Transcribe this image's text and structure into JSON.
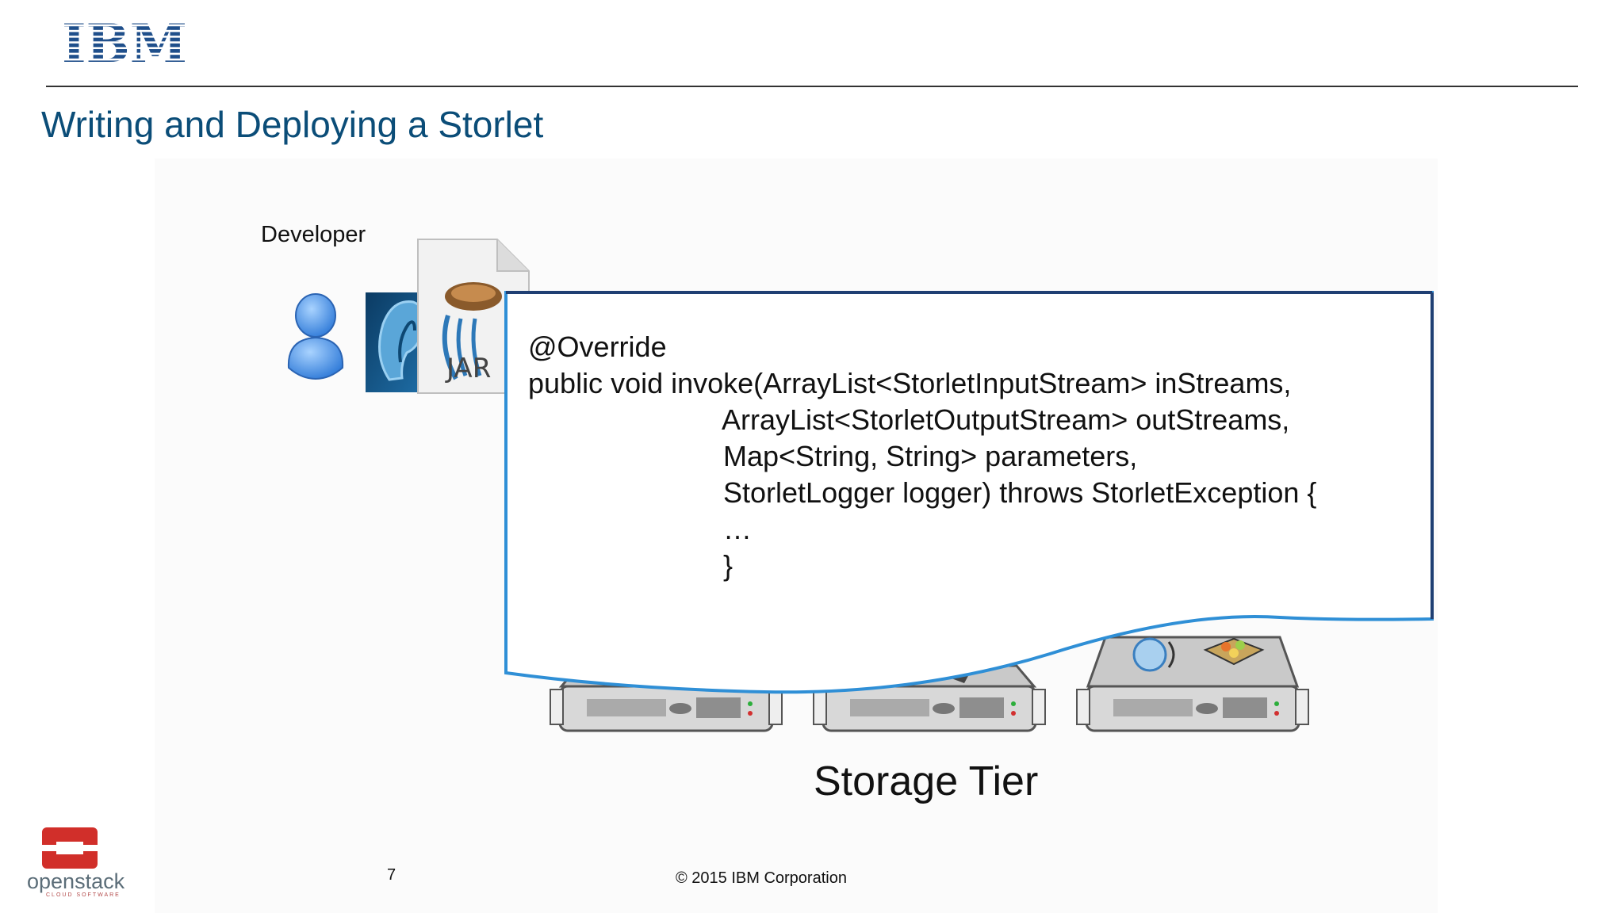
{
  "header": {
    "logo_text": "IBM",
    "title": "Writing and Deploying a Storlet"
  },
  "diagram": {
    "developer_label": "Developer",
    "jar_label": "JAR",
    "storage_label": "Storage Tier",
    "code_lines": [
      "@Override",
      "public void invoke(ArrayList<StorletInputStream> inStreams,",
      "ArrayList<StorletOutputStream> outStreams,",
      "Map<String, String> parameters,",
      "StorletLogger logger) throws StorletException {",
      "…",
      "}"
    ]
  },
  "footer": {
    "page_number": "7",
    "copyright": "© 2015 IBM Corporation",
    "openstack_text": "openstack",
    "openstack_sub": "CLOUD SOFTWARE"
  },
  "colors": {
    "title": "#0b4d78",
    "ibm_blue": "#1f4f8b",
    "callout_border": "#2f8fd6",
    "openstack_red": "#d12f2a"
  }
}
